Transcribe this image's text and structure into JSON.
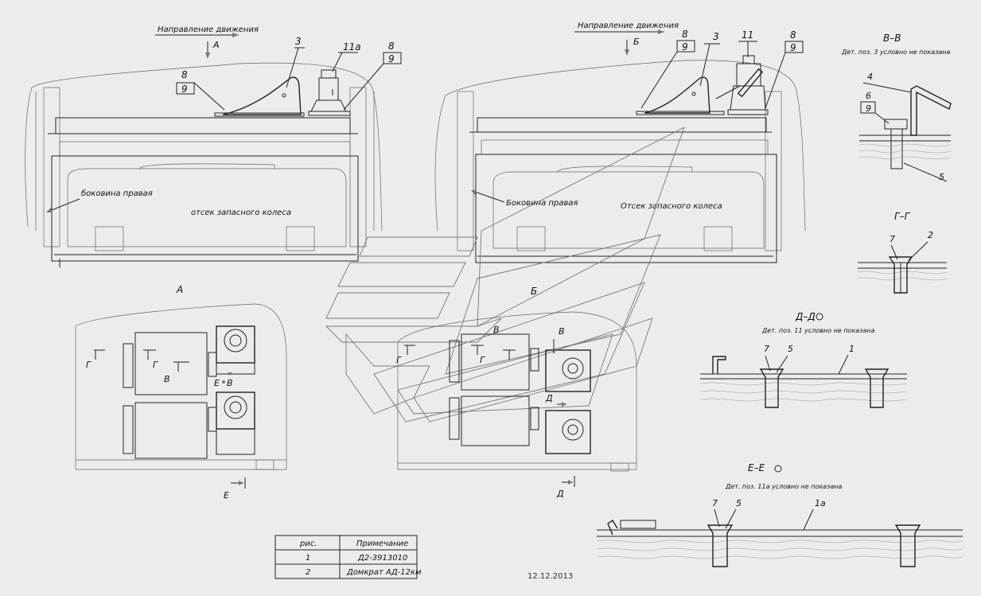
{
  "labels": {
    "direction_left": "Направление движения",
    "direction_right": "Направление движения",
    "arrow_a": "А",
    "arrow_b": "Б",
    "view_a": "А",
    "view_b": "Б",
    "pos_3_left": "3",
    "pos_11a": "11а",
    "pos_8_left_a": "8",
    "pos_9_left_a": "9",
    "pos_8_left_b": "8",
    "pos_9_left_b": "9",
    "pos_8_right_a": "8",
    "pos_9_right_a": "9",
    "pos_3_right": "3",
    "pos_11": "11",
    "pos_8_right_b": "8",
    "pos_9_right_b": "9",
    "side_left": "боковина правая",
    "side_right": "Боковина правая",
    "compartment_left": "отсек запасного колеса",
    "compartment_right": "Отсек запасного колеса",
    "sec_vv_title": "В–В",
    "sec_vv_note": "Дет. поз. 3 условно не показана",
    "vv_4": "4",
    "vv_6": "6",
    "vv_9": "9",
    "vv_5": "5",
    "sec_gg_title": "Г–Г",
    "gg_7": "7",
    "gg_2": "2",
    "sec_dd_title": "Д–Д",
    "sec_dd_note": "Дет. поз. 11 условно не показана",
    "dd_7": "7",
    "dd_5": "5",
    "dd_1": "1",
    "sec_ee_title": "Е–Е",
    "sec_ee_note": "Дет. поз. 11а условно не показана",
    "ee_7": "7",
    "ee_5": "5",
    "ee_1a": "1а",
    "cut_g1": "Г",
    "cut_g2": "Г",
    "cut_v1": "В",
    "cut_e1": "Е",
    "cut_v2": "В",
    "cut_e_bottom": "Е",
    "cut_g3": "Г",
    "cut_g4": "Г",
    "cut_v3": "В",
    "cut_v4": "В",
    "cut_d1": "Д",
    "cut_d_bottom": "Д",
    "date": "12.12.2013"
  },
  "table": {
    "header": [
      "рис.",
      "Примечание"
    ],
    "rows": [
      [
        "1",
        "Д2-3913010"
      ],
      [
        "2",
        "Домкрат АД-12км"
      ]
    ]
  }
}
